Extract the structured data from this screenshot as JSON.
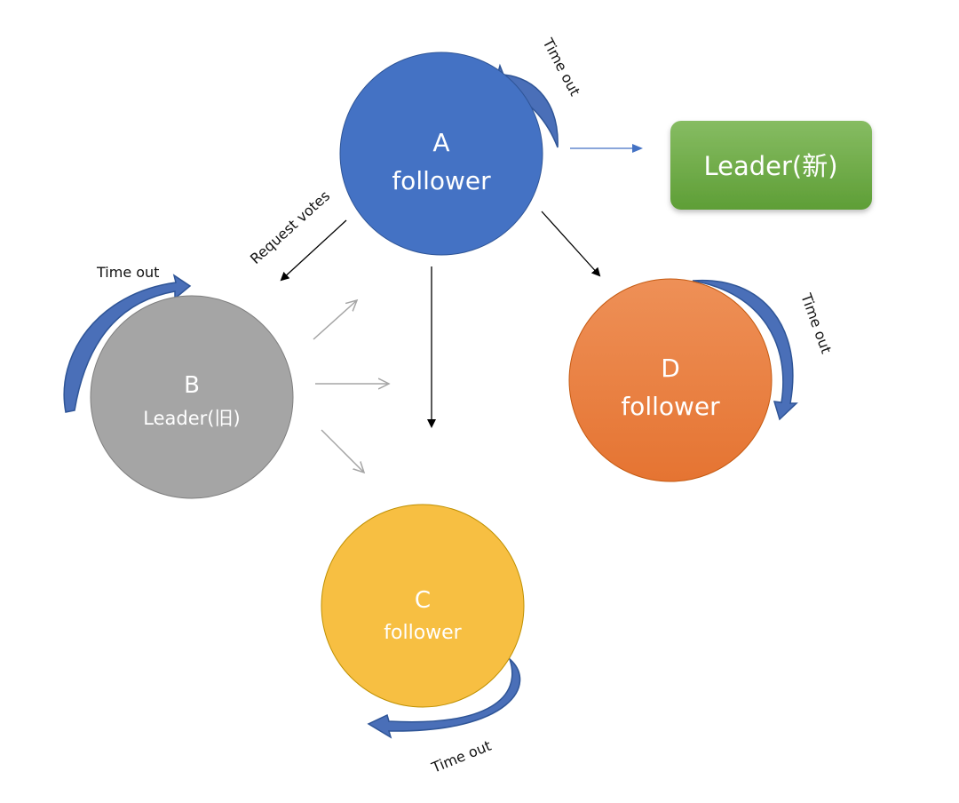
{
  "nodes": {
    "a": {
      "letter": "A",
      "role": "follower",
      "color": "#4472C4"
    },
    "b": {
      "letter": "B",
      "role": "Leader(旧)",
      "color": "#A5A5A5"
    },
    "c": {
      "letter": "C",
      "role": "follower",
      "color": "#F7BF42"
    },
    "d": {
      "letter": "D",
      "role": "follower",
      "color": "#EB7F3D"
    }
  },
  "new_leader": {
    "label": "Leader(新)",
    "color": "#70AD47"
  },
  "edge_labels": {
    "request_votes": "Request votes"
  },
  "timeouts": {
    "a": "Time out",
    "b": "Time out",
    "c": "Time out",
    "d": "Time out"
  }
}
